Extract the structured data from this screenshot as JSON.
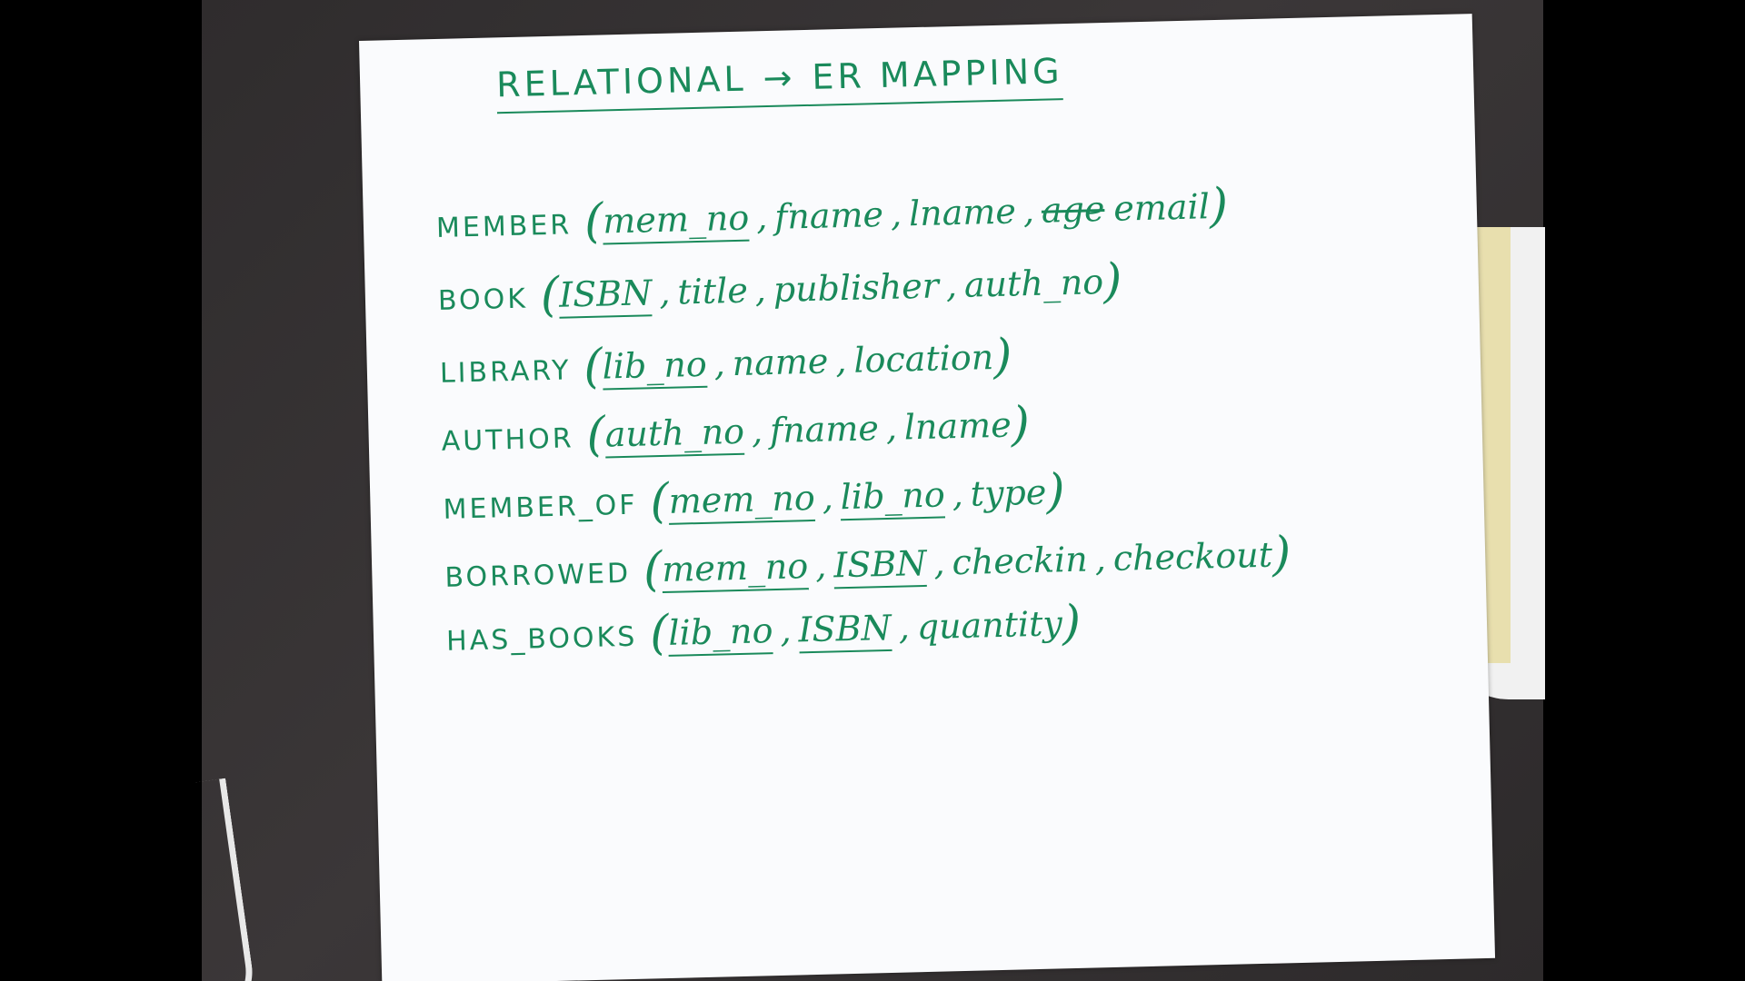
{
  "title": {
    "left": "RELATIONAL",
    "arrow": "→",
    "right": "ER MAPPING"
  },
  "relations": [
    {
      "name": "MEMBER",
      "attrs": [
        {
          "text": "mem_no",
          "key": true
        },
        {
          "text": "fname",
          "key": false
        },
        {
          "text": "lname",
          "key": false
        },
        {
          "text": "email",
          "key": false,
          "struck": "age"
        }
      ]
    },
    {
      "name": "BOOK",
      "attrs": [
        {
          "text": "ISBN",
          "key": true
        },
        {
          "text": "title",
          "key": false
        },
        {
          "text": "publisher",
          "key": false
        },
        {
          "text": "auth_no",
          "key": false
        }
      ]
    },
    {
      "name": "LIBRARY",
      "attrs": [
        {
          "text": "lib_no",
          "key": true
        },
        {
          "text": "name",
          "key": false
        },
        {
          "text": "location",
          "key": false
        }
      ]
    },
    {
      "name": "AUTHOR",
      "attrs": [
        {
          "text": "auth_no",
          "key": true
        },
        {
          "text": "fname",
          "key": false
        },
        {
          "text": "lname",
          "key": false
        }
      ]
    },
    {
      "name": "MEMBER_OF",
      "attrs": [
        {
          "text": "mem_no",
          "key": true
        },
        {
          "text": "lib_no",
          "key": true
        },
        {
          "text": "type",
          "key": false
        }
      ]
    },
    {
      "name": "BORROWED",
      "attrs": [
        {
          "text": "mem_no",
          "key": true
        },
        {
          "text": "ISBN",
          "key": true
        },
        {
          "text": "checkin",
          "key": false
        },
        {
          "text": "checkout",
          "key": false
        }
      ]
    },
    {
      "name": "HAS_BOOKS",
      "attrs": [
        {
          "text": "lib_no",
          "key": true
        },
        {
          "text": "ISBN",
          "key": true
        },
        {
          "text": "quantity",
          "key": false
        }
      ]
    }
  ],
  "colors": {
    "ink": "#1a8a5b",
    "paper": "#fafbfd",
    "desk": "#2f2c2d"
  }
}
